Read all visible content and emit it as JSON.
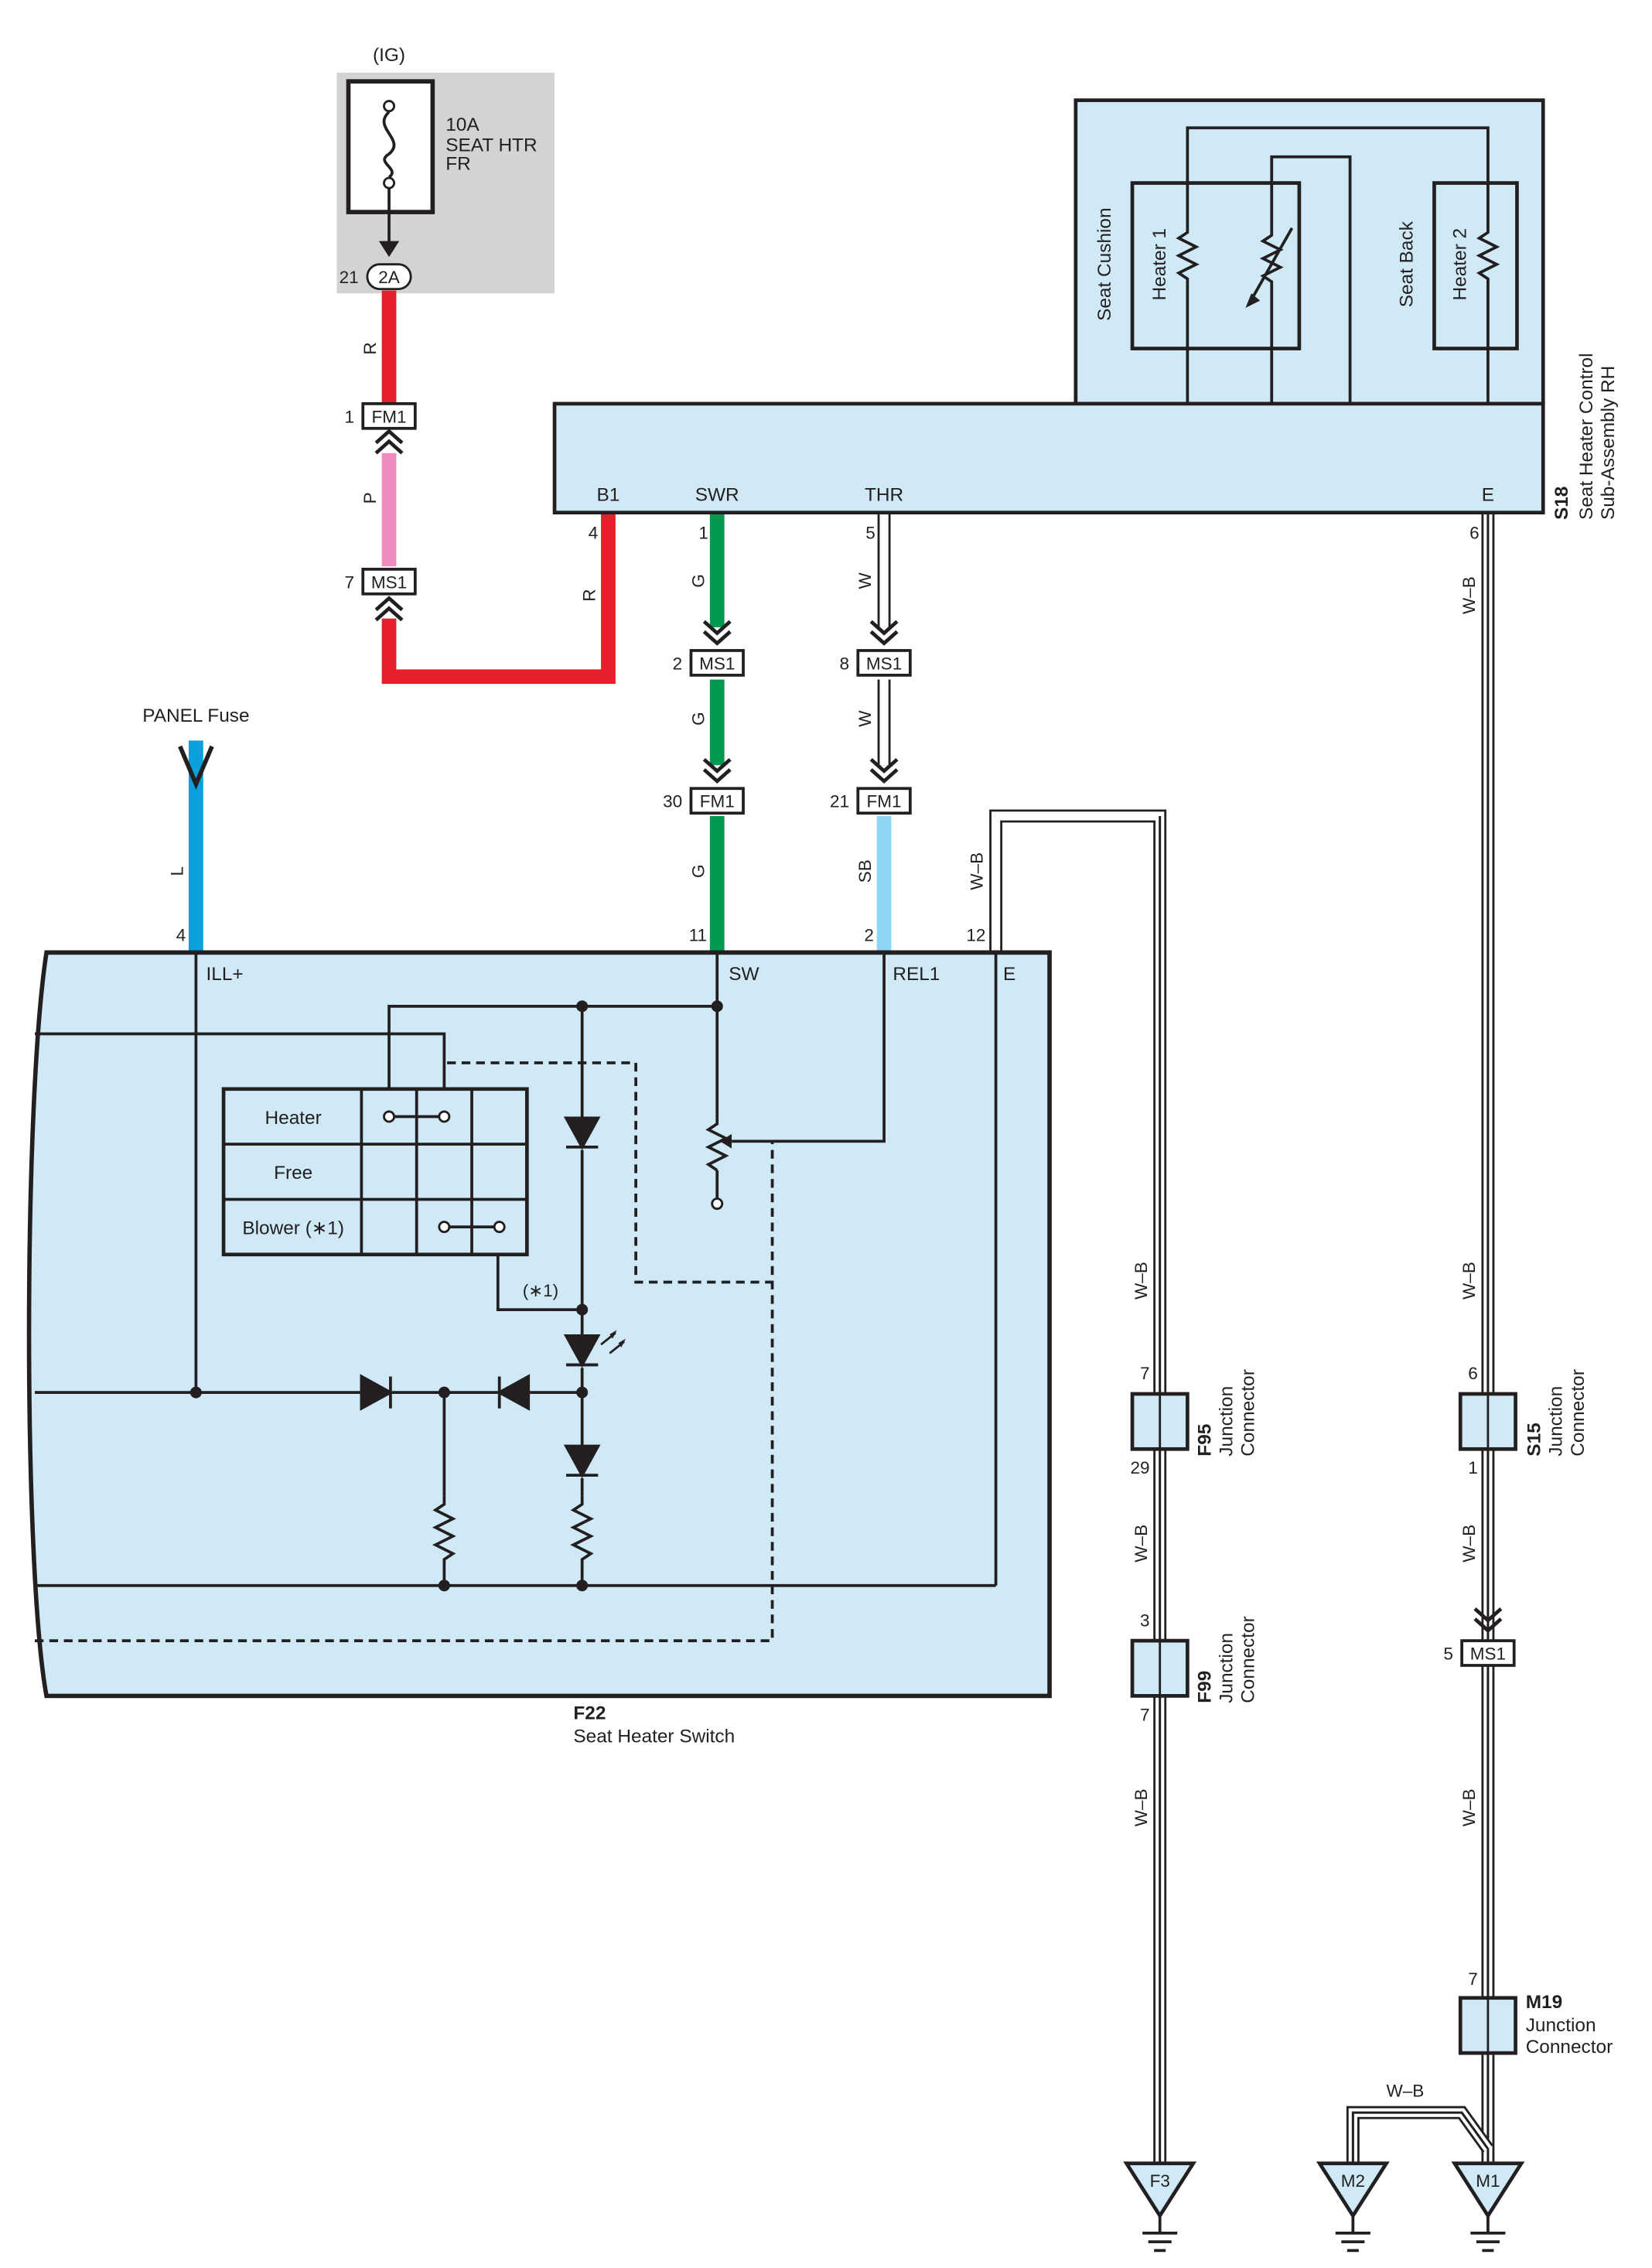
{
  "colors": {
    "component_fill": "#cfe9f7",
    "fuse_box_fill": "#d3d3d3",
    "wire_red": "#e6202a",
    "wire_pink": "#ef8cbd",
    "wire_green": "#009a4e",
    "wire_blue": "#0aa0dc",
    "wire_sky": "#8ed6f4",
    "wire_outline": "#231f20"
  },
  "fuse": {
    "source": "(IG)",
    "rating": "10A",
    "name_line1": "SEAT HTR",
    "name_line2": "FR",
    "pin": "21",
    "connector": "2A"
  },
  "seat_heater_control": {
    "code": "S18",
    "name_line1": "Seat Heater Control",
    "name_line2": "Sub-Assembly RH",
    "terminals": {
      "b1": "B1",
      "b1_pin": "4",
      "swr": "SWR",
      "swr_pin": "1",
      "thr": "THR",
      "thr_pin": "5",
      "e": "E",
      "e_pin": "6"
    },
    "cushion_label": "Seat Cushion",
    "heater1_label": "Heater 1",
    "back_label": "Seat Back",
    "heater2_label": "Heater 2"
  },
  "seat_heater_switch": {
    "code": "F22",
    "name": "Seat Heater Switch",
    "terminals": {
      "ill": "ILL+",
      "ill_pin": "4",
      "sw": "SW",
      "sw_pin": "11",
      "rel1": "REL1",
      "rel1_pin": "2",
      "e": "E",
      "e_pin": "12"
    },
    "modes": [
      "Heater",
      "Free",
      "Blower (∗1)"
    ],
    "note": "(∗1)"
  },
  "panel_fuse": "PANEL Fuse",
  "wire_colors": {
    "r": "R",
    "p": "P",
    "g": "G",
    "w": "W",
    "l": "L",
    "sb": "SB",
    "wb": "W–B"
  },
  "connectors": {
    "fm1": "FM1",
    "ms1": "MS1",
    "fm1_pin_fuse": "1",
    "ms1_pin_fuse": "7",
    "ms1_pin_swr": "2",
    "ms1_pin_thr": "8",
    "fm1_pin_swr": "30",
    "fm1_pin_thr": "21",
    "ms1_pin_ground": "5"
  },
  "junctions": {
    "f95": {
      "code": "F95",
      "line1": "Junction",
      "line2": "Connector",
      "pin_top": "7",
      "pin_bottom": "29"
    },
    "f99": {
      "code": "F99",
      "line1": "Junction",
      "line2": "Connector",
      "pin_top": "3",
      "pin_bottom": "7"
    },
    "s15": {
      "code": "S15",
      "line1": "Junction",
      "line2": "Connector",
      "pin_top": "6",
      "pin_bottom": "1"
    },
    "m19": {
      "code": "M19",
      "line1": "Junction",
      "line2": "Connector",
      "pin_top": "7"
    }
  },
  "grounds": {
    "f3": "F3",
    "m2": "M2",
    "m1": "M1"
  }
}
